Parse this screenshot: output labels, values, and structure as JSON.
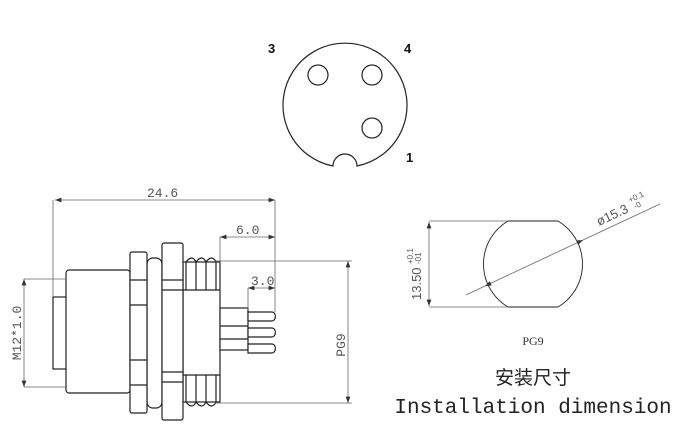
{
  "pinout": {
    "pin_labels": [
      "3",
      "4",
      "1"
    ]
  },
  "side_view": {
    "overall_length": "24.6",
    "pin_length_a": "6.0",
    "pin_length_b": "3.0",
    "thread_rear": "PG9",
    "thread_front": "M12*1.0"
  },
  "panel_cutout": {
    "flat_width": "13.50",
    "flat_tol_plus": "+0.1",
    "flat_tol_minus": "-01",
    "diameter": "ø15.3",
    "dia_tol_plus": "+0.1",
    "dia_tol_minus": "-0",
    "thread_label": "PG9"
  },
  "caption": {
    "chinese": "安装尺寸",
    "english": "Installation dimension"
  }
}
